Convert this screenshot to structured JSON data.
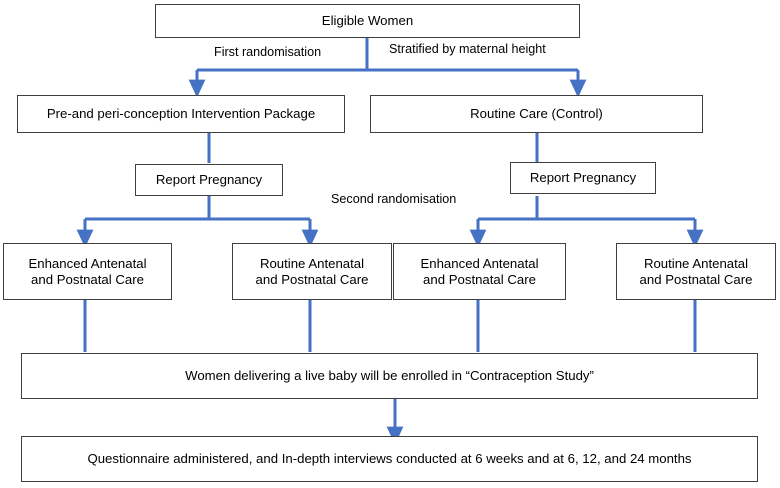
{
  "figure": {
    "kind": "study-flow-diagram",
    "colors": {
      "connector": "#4572c4",
      "box_border": "#3f3f3f",
      "text": "#000000",
      "background": "#ffffff"
    }
  },
  "nodes": {
    "eligible_women": "Eligible Women",
    "intervention_package": "Pre-and peri-conception Intervention Package",
    "routine_care_control": "Routine Care (Control)",
    "report_pregnancy_left": "Report Pregnancy",
    "report_pregnancy_right": "Report Pregnancy",
    "arm1": "Enhanced Antenatal\nand Postnatal Care",
    "arm2": "Routine Antenatal\nand Postnatal Care",
    "arm3": "Enhanced Antenatal\nand Postnatal Care",
    "arm4": "Routine Antenatal\nand Postnatal Care",
    "contraception_study": "Women delivering a live baby will be enrolled in “Contraception Study”",
    "followup": "Questionnaire administered, and In-depth interviews conducted at 6 weeks and at 6, 12, and 24 months"
  },
  "edge_labels": {
    "first_randomisation": "First randomisation",
    "stratified_by_height": "Stratified by maternal height",
    "second_randomisation": "Second randomisation"
  }
}
